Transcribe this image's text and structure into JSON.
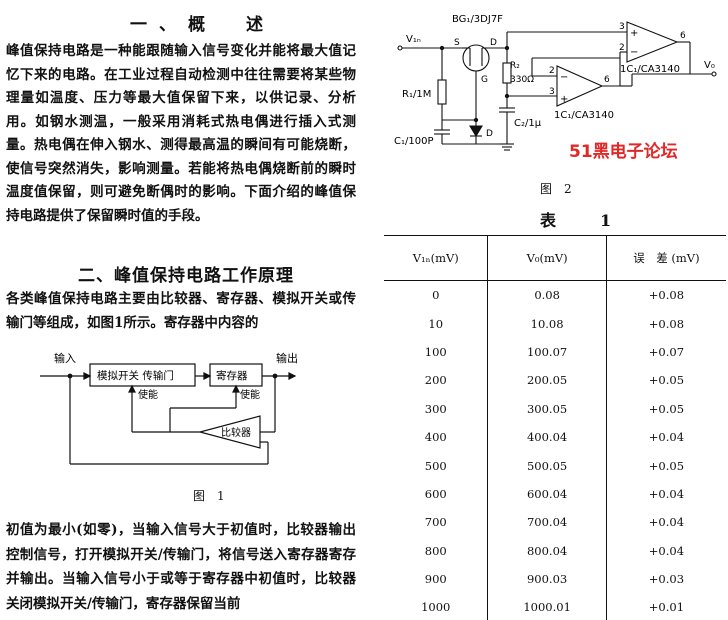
{
  "section1": {
    "title": "一、概　述",
    "paragraph": "峰值保持电路是一种能跟随输入信号变化并能将最大值记忆下来的电路。在工业过程自动检测中往往需要将某些物理量如温度、压力等最大值保留下来，以供记录、分析用。如钢水测温，一般采用消耗式热电偶进行插入式测量。热电偶在伸入钢水、测得最高温的瞬间有可能烧断，使信号突然消失，影响测量。若能将热电偶烧断前的瞬时温度值保留，则可避免断偶时的影响。下面介绍的峰值保持电路提供了保留瞬时值的手段。"
  },
  "section2": {
    "title": "二、峰值保持电路工作原理",
    "paragraph": "各类峰值保持电路主要由比较器、寄存器、模拟开关或传输门等组成，如图1所示。寄存器中内容的",
    "continuation": "初值为最小(如零)，当输入信号大于初值时，比较器输出控制信号，打开模拟开关/传输门，将信号送入寄存器寄存并输出。当输入信号小于或等于寄存器中初值时，比较器关闭模拟开关/传输门，寄存器保留当前"
  },
  "figure1": {
    "caption": "图　1",
    "input_label": "输入",
    "output_label": "输出",
    "switch_label": "模拟开关 传输门",
    "register_label": "寄存器",
    "comparator_label": "比较器",
    "enable_label_1": "使能",
    "enable_label_2": "使能"
  },
  "figure2": {
    "caption": "图　2",
    "transistor_label": "BG₁/3DJ7F",
    "vin_label": "V₁ₙ",
    "vo_label": "V₀",
    "r1_label": "R₁/1M",
    "r2_label": "R₂",
    "r2_value": "330Ω",
    "c1_label": "C₁/100P",
    "c2_label": "C₂/1μ",
    "ic1_label": "1C₁/CA3140",
    "ic2_label": "1C₁/CA3140",
    "pin_s": "S",
    "pin_d": "D",
    "pin_g": "G",
    "diode_d": "D",
    "pin3a": "3",
    "pin2a": "2",
    "pin6a": "6",
    "pin2b": "2",
    "pin3b": "3",
    "pin6b": "6",
    "minus_a": "−",
    "plus_a": "+",
    "minus_b": "−",
    "plus_b": "+",
    "watermark": "51黑电子论坛"
  },
  "table": {
    "title": "表　1",
    "headers": [
      "V₁ₙ(mV)",
      "V₀(mV)",
      "误　差 (mV)"
    ],
    "rows": [
      [
        "0",
        "0.08",
        "+0.08"
      ],
      [
        "10",
        "10.08",
        "+0.08"
      ],
      [
        "100",
        "100.07",
        "+0.07"
      ],
      [
        "200",
        "200.05",
        "+0.05"
      ],
      [
        "300",
        "300.05",
        "+0.05"
      ],
      [
        "400",
        "400.04",
        "+0.04"
      ],
      [
        "500",
        "500.05",
        "+0.05"
      ],
      [
        "600",
        "600.04",
        "+0.04"
      ],
      [
        "700",
        "700.04",
        "+0.04"
      ],
      [
        "800",
        "800.04",
        "+0.04"
      ],
      [
        "900",
        "900.03",
        "+0.03"
      ],
      [
        "1000",
        "1000.01",
        "+0.01"
      ]
    ]
  }
}
